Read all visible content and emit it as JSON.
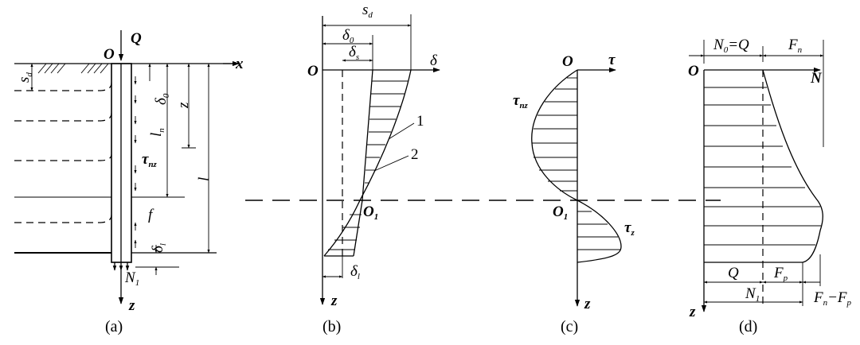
{
  "figure": {
    "panel_a": {
      "caption": "(a)",
      "Q": "Q",
      "O": "O",
      "x": "x",
      "sd": "s",
      "sd_sub": "d",
      "delta0": "δ",
      "delta0_sub": "0",
      "z_dim": "z",
      "ln": "l",
      "ln_sub": "n",
      "tau_nz": "τ",
      "tau_nz_sub": "nz",
      "l": "l",
      "f": "f",
      "delta_l": "δ",
      "delta_l_sub": "l",
      "N1": "N",
      "N1_sub": "1",
      "z_axis": "z"
    },
    "panel_b": {
      "caption": "(b)",
      "sd": "s",
      "sd_sub": "d",
      "delta0": "δ",
      "delta0_sub": "0",
      "deltas": "δ",
      "deltas_sub": "s",
      "delta": "δ",
      "O": "O",
      "curve1": "1",
      "curve2": "2",
      "O1": "O",
      "O1_sub": "1",
      "delta_l": "δ",
      "delta_l_sub": "l",
      "z_axis": "z"
    },
    "panel_c": {
      "caption": "(c)",
      "O": "O",
      "tau": "τ",
      "tau_nz": "τ",
      "tau_nz_sub": "nz",
      "O1": "O",
      "O1_sub": "1",
      "tau_z": "τ",
      "tau_z_sub": "z",
      "z_axis": "z"
    },
    "panel_d": {
      "caption": "(d)",
      "N0_eq_Q": "N",
      "N0_sub": "0",
      "N0_rest": "=Q",
      "Fn": "F",
      "Fn_sub": "n",
      "O": "O",
      "N": "N",
      "Q_bottom": "Q",
      "Fp": "F",
      "Fp_sub": "p",
      "N1": "N",
      "N1_sub": "1",
      "Fn_minus_Fp_a": "F",
      "Fn_minus_Fp_a_sub": "n",
      "Fn_minus_Fp_mid": "−F",
      "Fn_minus_Fp_b_sub": "p",
      "z_axis": "z"
    }
  }
}
